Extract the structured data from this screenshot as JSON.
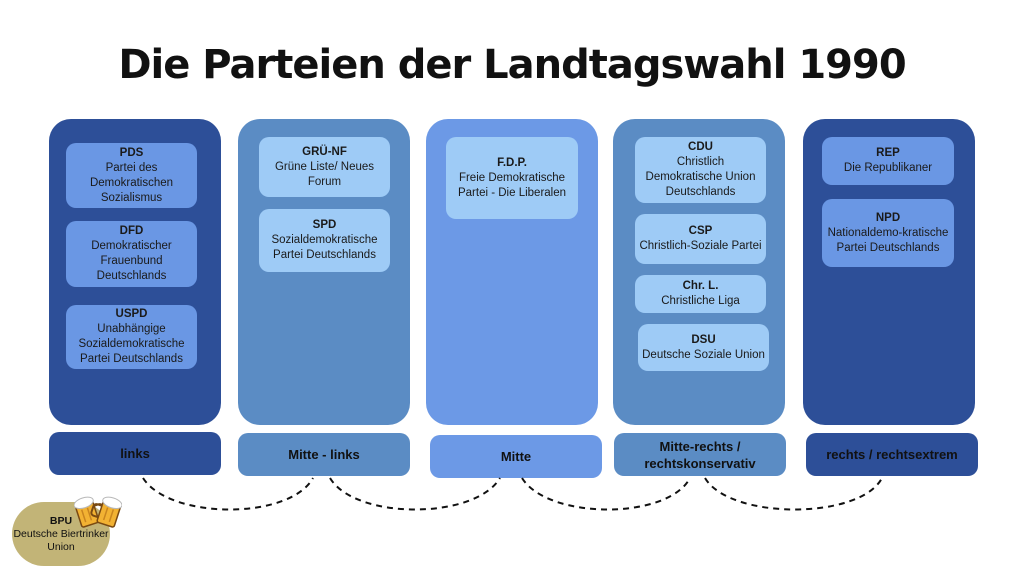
{
  "title": "Die Parteien der Landtagswahl 1990",
  "columns": [
    {
      "label": "links",
      "parties": [
        {
          "abbr": "PDS",
          "full": "Partei des Demokratischen Sozialismus"
        },
        {
          "abbr": "DFD",
          "full": "Demokratischer Frauenbund Deutschlands"
        },
        {
          "abbr": "USPD",
          "full": "Unabhängige Sozialdemokratische Partei Deutschlands"
        }
      ]
    },
    {
      "label": "Mitte - links",
      "parties": [
        {
          "abbr": "GRÜ-NF",
          "full": "Grüne Liste/ Neues Forum"
        },
        {
          "abbr": "SPD",
          "full": "Sozialdemokratische Partei Deutschlands"
        }
      ]
    },
    {
      "label": "Mitte",
      "parties": [
        {
          "abbr": "F.D.P.",
          "full": "Freie Demokratische Partei - Die Liberalen"
        }
      ]
    },
    {
      "label": "Mitte-rechts / rechtskonservativ",
      "parties": [
        {
          "abbr": "CDU",
          "full": "Christlich Demokratische Union Deutschlands"
        },
        {
          "abbr": "CSP",
          "full": "Christlich-Soziale Partei"
        },
        {
          "abbr": "Chr. L.",
          "full": "Christliche Liga"
        },
        {
          "abbr": "DSU",
          "full": "Deutsche Soziale Union"
        }
      ]
    },
    {
      "label": "rechts / rechtsextrem",
      "parties": [
        {
          "abbr": "REP",
          "full": "Die Republikaner"
        },
        {
          "abbr": "NPD",
          "full": "Nationaldemo-kratische Partei Deutschlands"
        }
      ]
    }
  ],
  "badge": {
    "abbr": "BPU",
    "full": "Deutsche Biertrinker Union"
  },
  "colors": {
    "dark_column": "#2d4f98",
    "mid_column": "#5b8cc4",
    "light_column": "#6c99e6",
    "card_on_dark": "#6a97e4",
    "card_on_light": "#9ecbf6",
    "badge": "#c2b477"
  },
  "icons": {
    "badge_icon": "beer-mugs-icon"
  }
}
